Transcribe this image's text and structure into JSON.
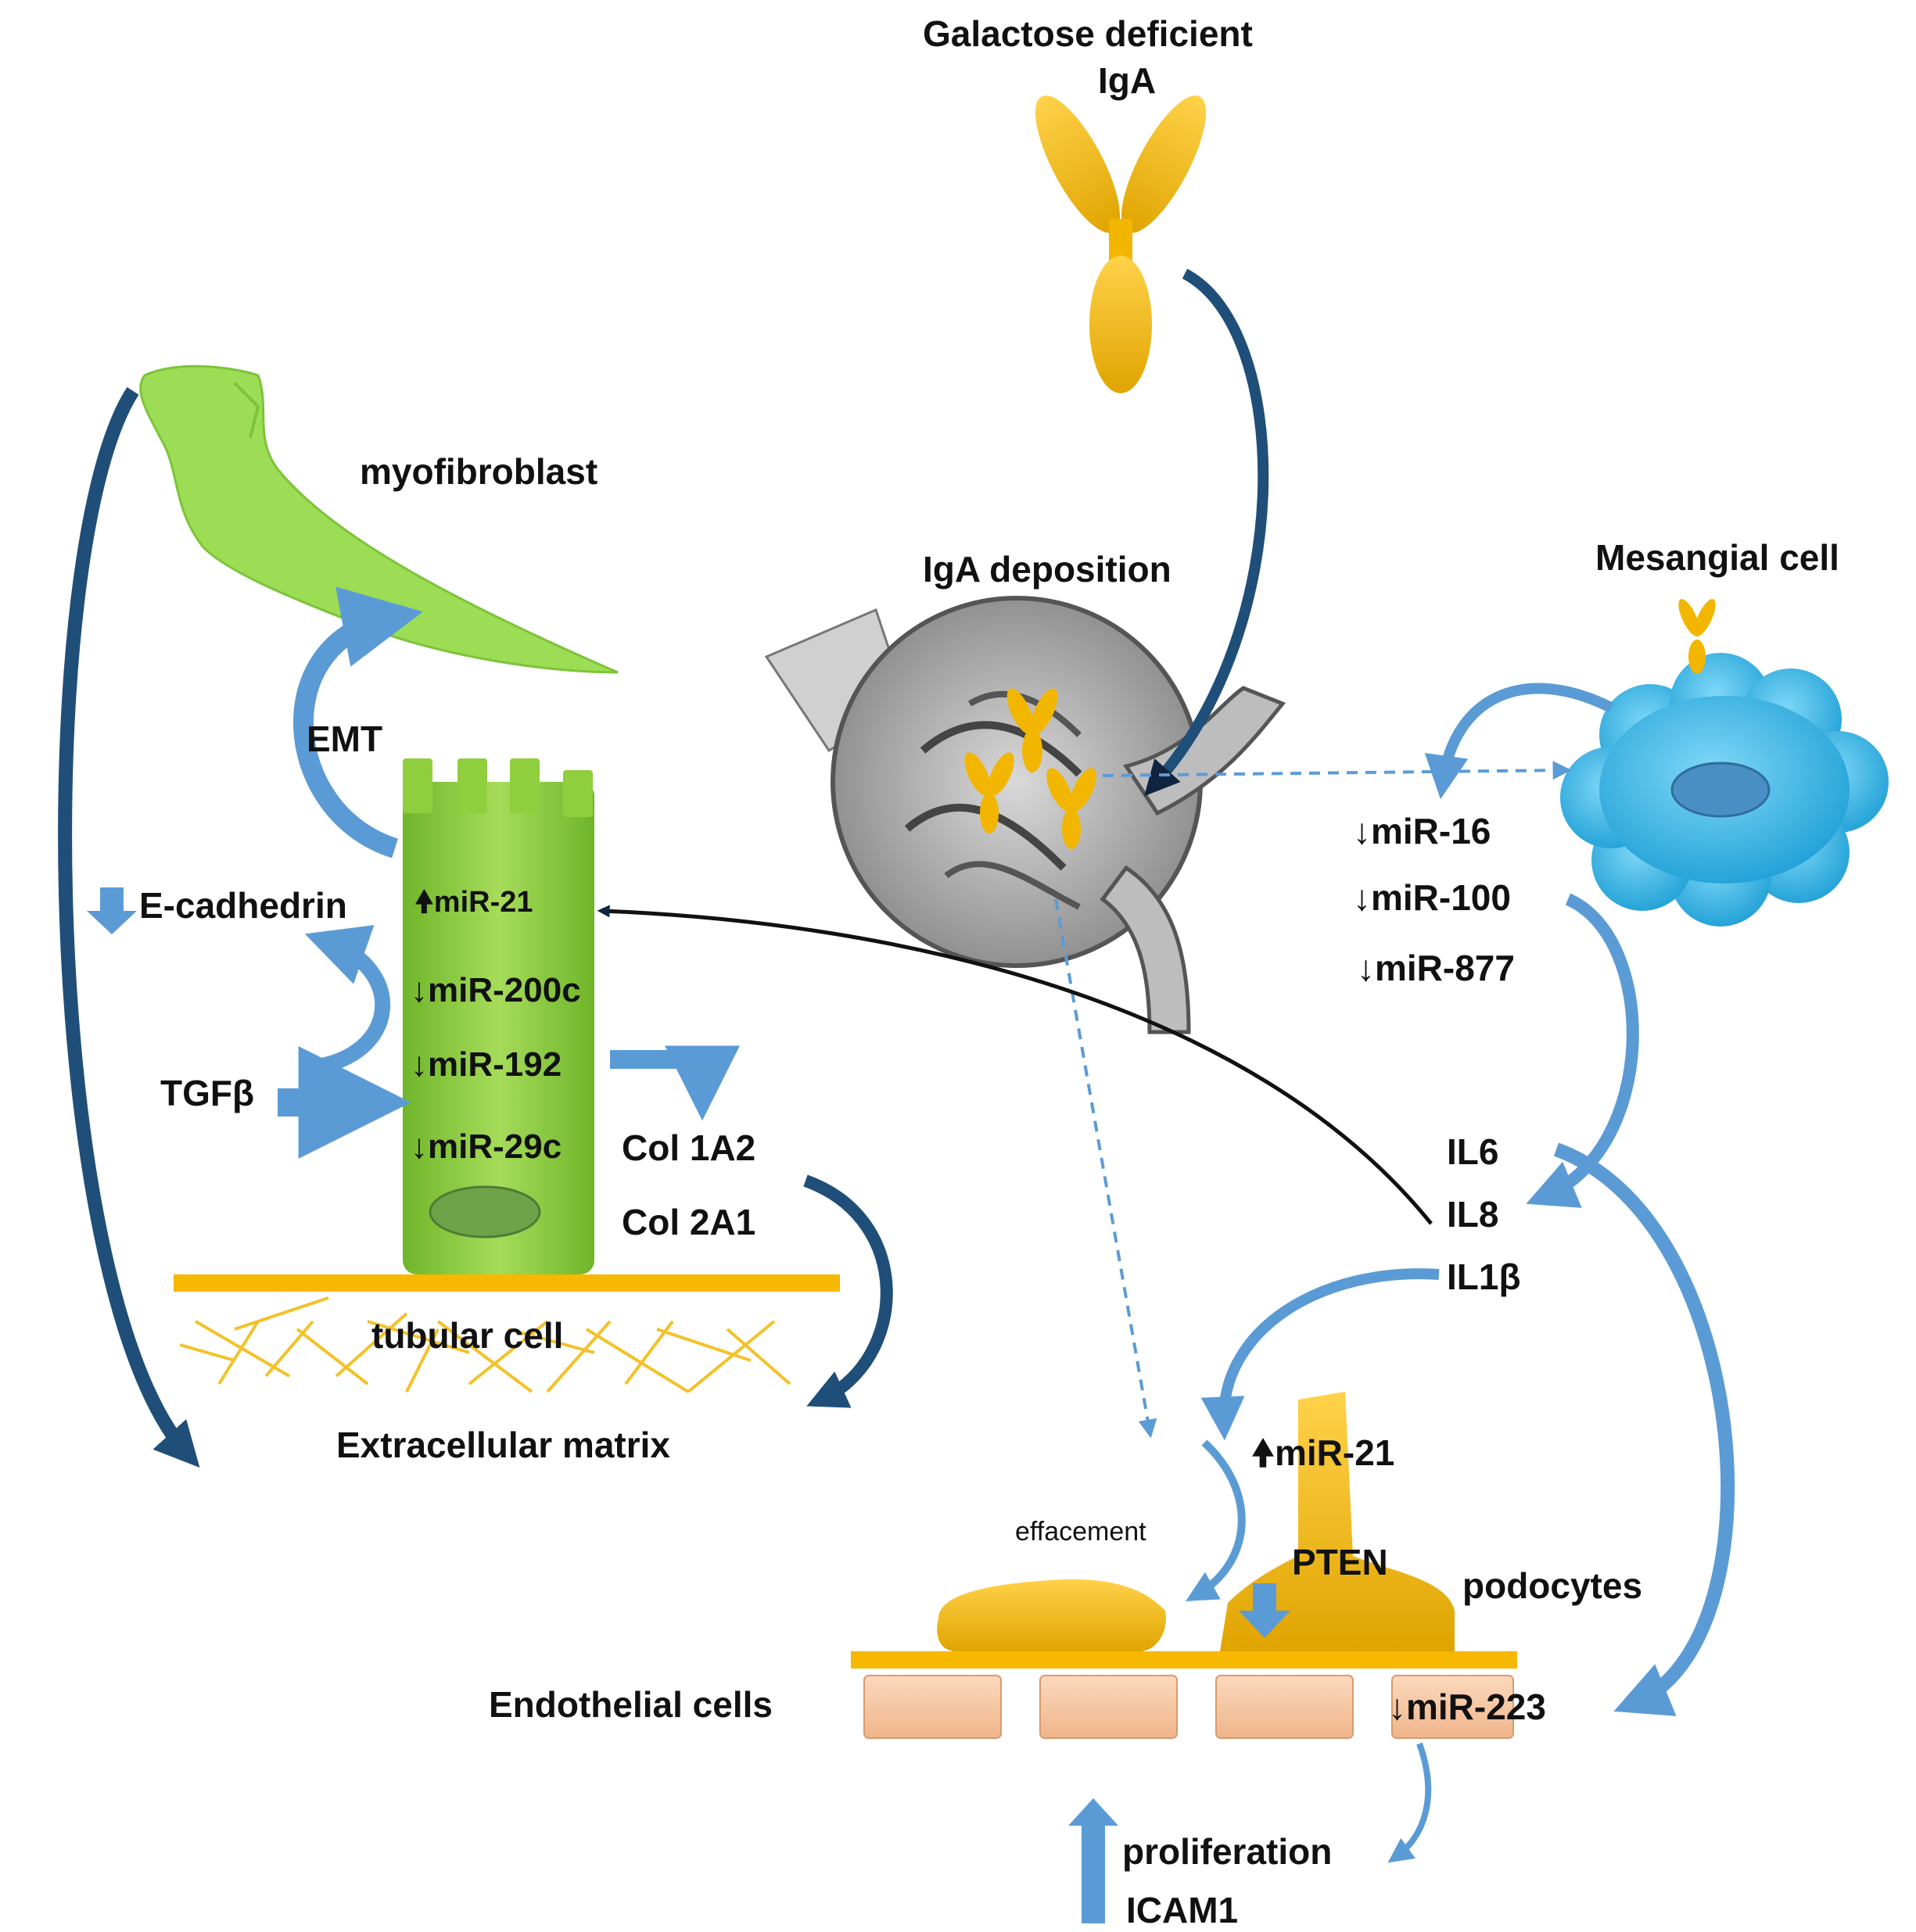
{
  "labels": {
    "galactose_line1": "Galactose deficient",
    "galactose_line2": "IgA",
    "myofibroblast": "myofibroblast",
    "iga_deposition": "IgA deposition",
    "mesangial_cell": "Mesangial cell",
    "emt": "EMT",
    "e_cadherin": "E-cadhedrin",
    "tgfb": "TGFβ",
    "tubular_mir21": "miR-21",
    "mir200c": "miR-200c",
    "mir192": "miR-192",
    "mir29c": "miR-29c",
    "col1a2": "Col 1A2",
    "col2a1": "Col 2A1",
    "tubular_cell": "tubular cell",
    "ecm": "Extracellular matrix",
    "mir16": "miR-16",
    "mir100": "miR-100",
    "mir877": "miR-877",
    "il6": "IL6",
    "il8": "IL8",
    "il1b": "IL1β",
    "podo_mir21": "miR-21",
    "pten": "PTEN",
    "effacement": "effacement",
    "podocytes": "podocytes",
    "endothelial_cells": "Endothelial cells",
    "mir223": "miR-223",
    "proliferation": "proliferation",
    "icam1": "ICAM1"
  },
  "colors": {
    "iga_gold": "#f2b600",
    "cell_green": "#8fce3c",
    "mesangial_blue": "#29b6e8",
    "arrow_blue": "#5b9bd5",
    "dark_arrow": "#1f4e79",
    "endothelial": "#f5c19b"
  },
  "icons": {
    "up_arrow": "up-arrow-icon",
    "down_arrow": "down-arrow-icon"
  }
}
